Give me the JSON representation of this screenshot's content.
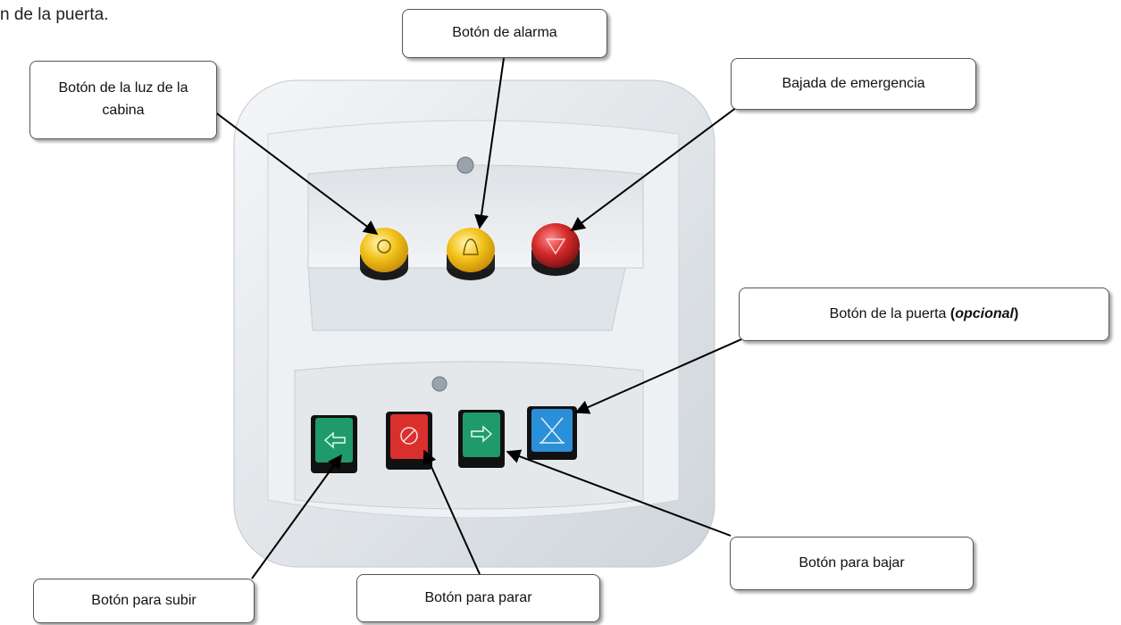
{
  "intro_text": "n de la puerta.",
  "callouts": {
    "cabin_light": "Botón de la luz de la cabina",
    "alarm": "Botón de alarma",
    "emergency_descent": "Bajada de emergencia",
    "door": {
      "text": "Botón de la puerta ",
      "opt_open": "(",
      "opt_word": "opcional",
      "opt_close": ")"
    },
    "up": "Botón para subir",
    "stop": "Botón para parar",
    "down": "Botón para bajar"
  },
  "colors": {
    "round_yellow": "#f2c21a",
    "round_red": "#d42a2a",
    "square_green": "#1f9a6a",
    "square_red": "#d9302e",
    "square_blue": "#2a8fd6",
    "panel": "#e8ebee"
  }
}
